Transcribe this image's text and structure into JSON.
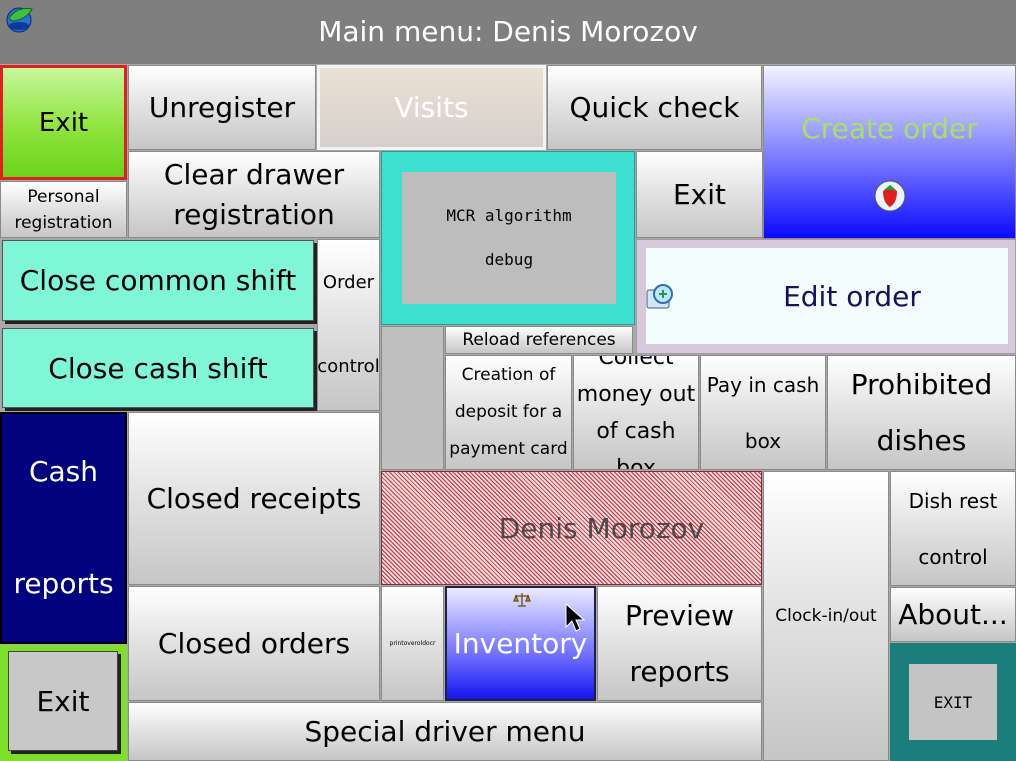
{
  "window": {
    "title": "Main menu: Denis Morozov"
  },
  "buttons": {
    "exit_top": "Exit",
    "unregister": "Unregister",
    "visits": "Visits",
    "quick_check": "Quick check",
    "create_order": "Create order",
    "personal_registration": "Personal registration",
    "clear_drawer": "Clear drawer registration",
    "mcr_debug": "MCR algorithm\n\ndebug",
    "exit_mid": "Exit",
    "close_common_shift": "Close common shift",
    "order_control": "Order\n\n\ncontrol",
    "edit_order": "Edit order",
    "close_cash_shift": "Close cash shift",
    "reload_references": "Reload references",
    "creation_deposit": "Creation of\ndeposit for a\npayment card",
    "collect_money": "Collect\nmoney out\nof cash box",
    "pay_in_cash": "Pay in cash\n\nbox",
    "prohibited_dishes": "Prohibited\ndishes",
    "cash_reports": "Cash\n\nreports",
    "closed_receipts": "Closed receipts",
    "user_name": "Denis Morozov",
    "clock_in_out": "Clock-in/out",
    "dish_rest_control": "Dish rest\n\ncontrol",
    "closed_orders": "Closed orders",
    "printover": "printoveroldocr",
    "inventory": "Inventory",
    "preview_reports": "Preview\nreports",
    "about": "About...",
    "exit_bottom": "Exit",
    "exit_small": "EXIT",
    "special_driver_menu": "Special driver menu"
  },
  "colors": {
    "titlebar": "#7f7f7f",
    "exit_green": "#7ddf2a",
    "aqua": "#7ff7d6",
    "navy": "#02027e",
    "teal": "#1c7d7d",
    "turquoise": "#3de0d0",
    "lilac": "#d8c8dc",
    "red_hatch": "#c0303c"
  },
  "icons": {
    "app_logo": "leaf-globe-icon",
    "create_order": "strawberry-icon",
    "edit_order": "magnifier-icon",
    "inventory": "scales-icon",
    "cursor": "mouse-pointer-icon"
  }
}
